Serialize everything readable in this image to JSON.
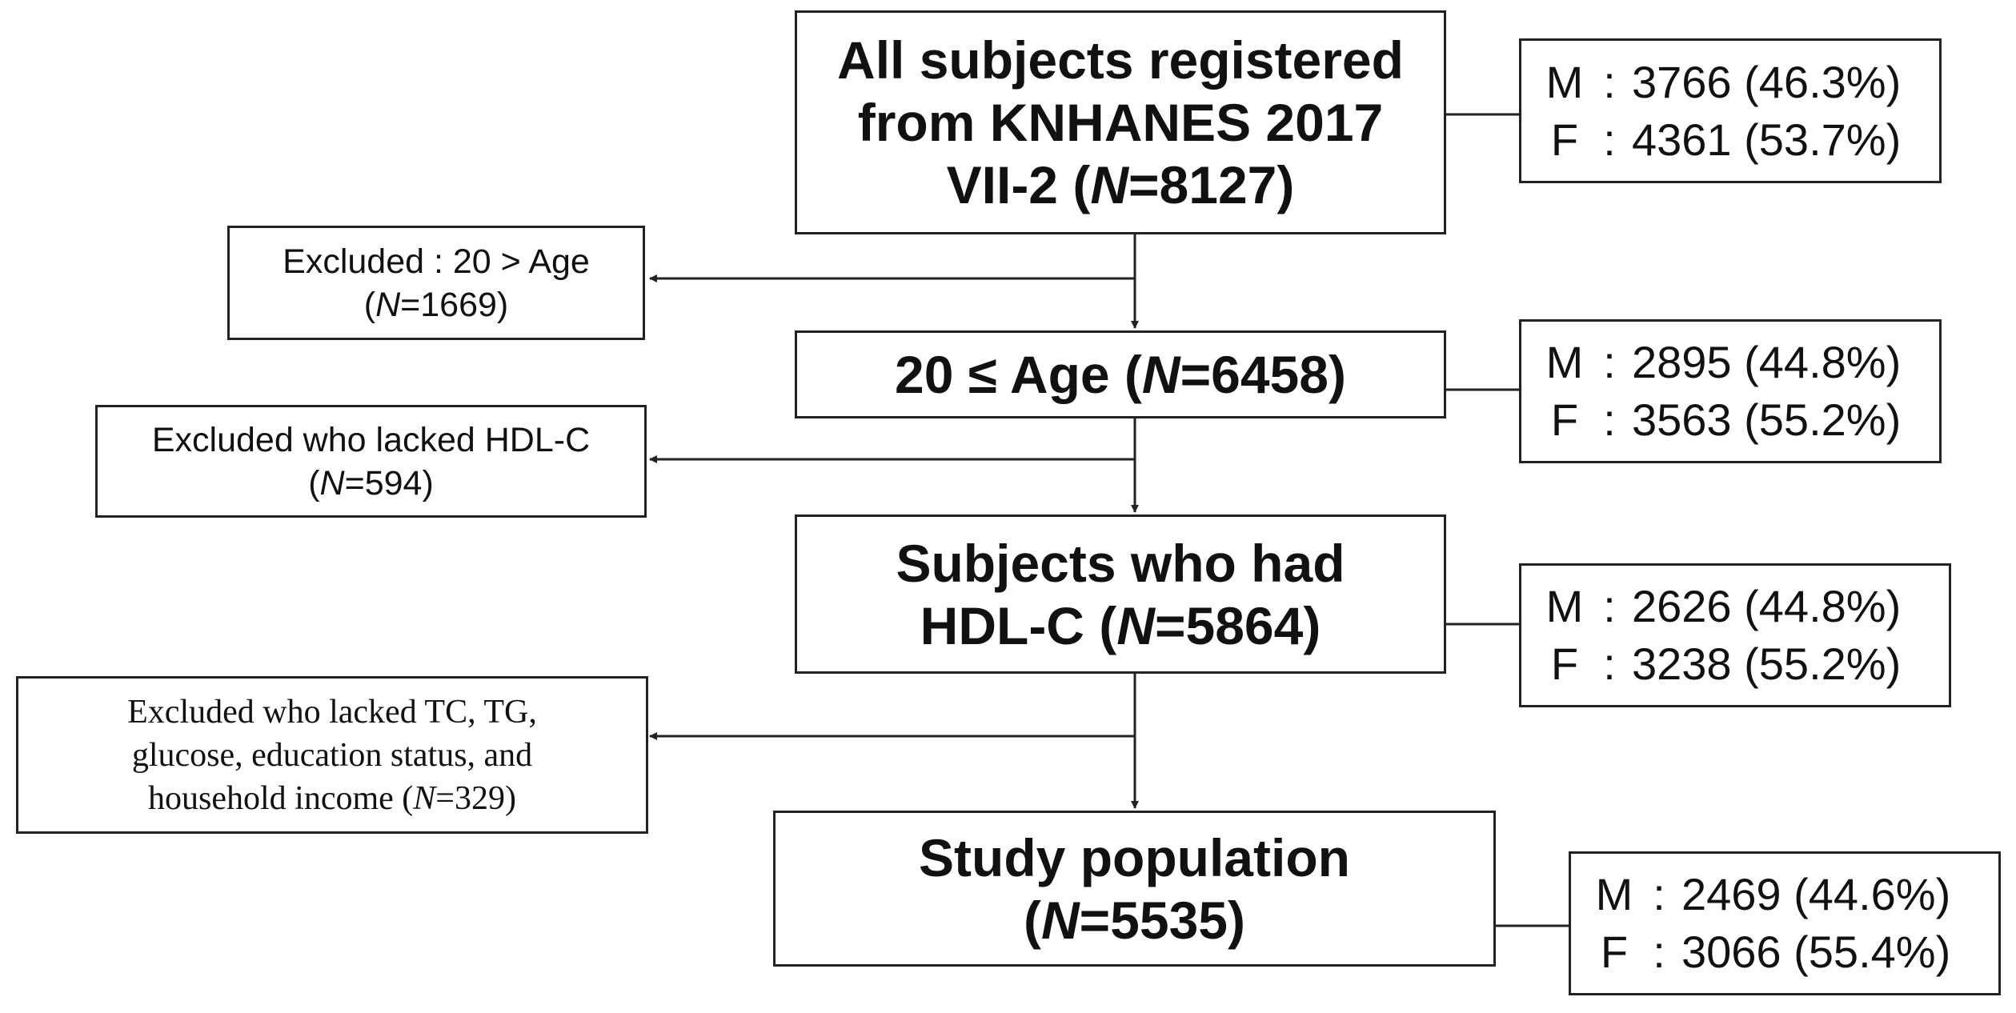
{
  "main_boxes": {
    "all_subjects": {
      "line1": "All subjects registered",
      "line2": "from KNHANES 2017",
      "line3_pre": "VII-2 (",
      "n_symbol": "N",
      "line3_post": "=8127)"
    },
    "age": {
      "pre": "20 ≤ Age  (",
      "n_symbol": "N",
      "post": "=6458)"
    },
    "hdl": {
      "line1": "Subjects who had",
      "line2_pre": "HDL-C  (",
      "n_symbol": "N",
      "line2_post": "=5864)"
    },
    "study": {
      "line1": "Study population",
      "line2_pre": "(",
      "n_symbol": "N",
      "line2_post": "=5535)"
    }
  },
  "excluded_boxes": {
    "age": {
      "line1": "Excluded : 20  >  Age",
      "line2_pre": "(",
      "n_symbol": "N",
      "line2_post": "=1669)"
    },
    "hdl": {
      "line1": "Excluded  who lacked   HDL-C",
      "line2_pre": "(",
      "n_symbol": "N",
      "line2_post": "=594)"
    },
    "other": {
      "line1": "Excluded  who lacked  TC, TG,",
      "line2": "glucose,  education  status,  and",
      "line3_pre": "household  income  (",
      "n_symbol": "N",
      "line3_post": "=329)"
    }
  },
  "sex_boxes": {
    "all": {
      "m_label": "M",
      "m_value": "3766 (46.3%)",
      "f_label": "F",
      "f_value": "4361 (53.7%)",
      "sep": ":"
    },
    "age": {
      "m_label": "M",
      "m_value": "2895 (44.8%)",
      "f_label": "F",
      "f_value": "3563 (55.2%)",
      "sep": ":"
    },
    "hdl": {
      "m_label": "M",
      "m_value": "2626 (44.8%)",
      "f_label": "F",
      "f_value": "3238 (55.2%)",
      "sep": ":"
    },
    "study": {
      "m_label": "M",
      "m_value": "2469 (44.6%)",
      "f_label": "F",
      "f_value": "3066 (55.4%)",
      "sep": ":"
    }
  }
}
